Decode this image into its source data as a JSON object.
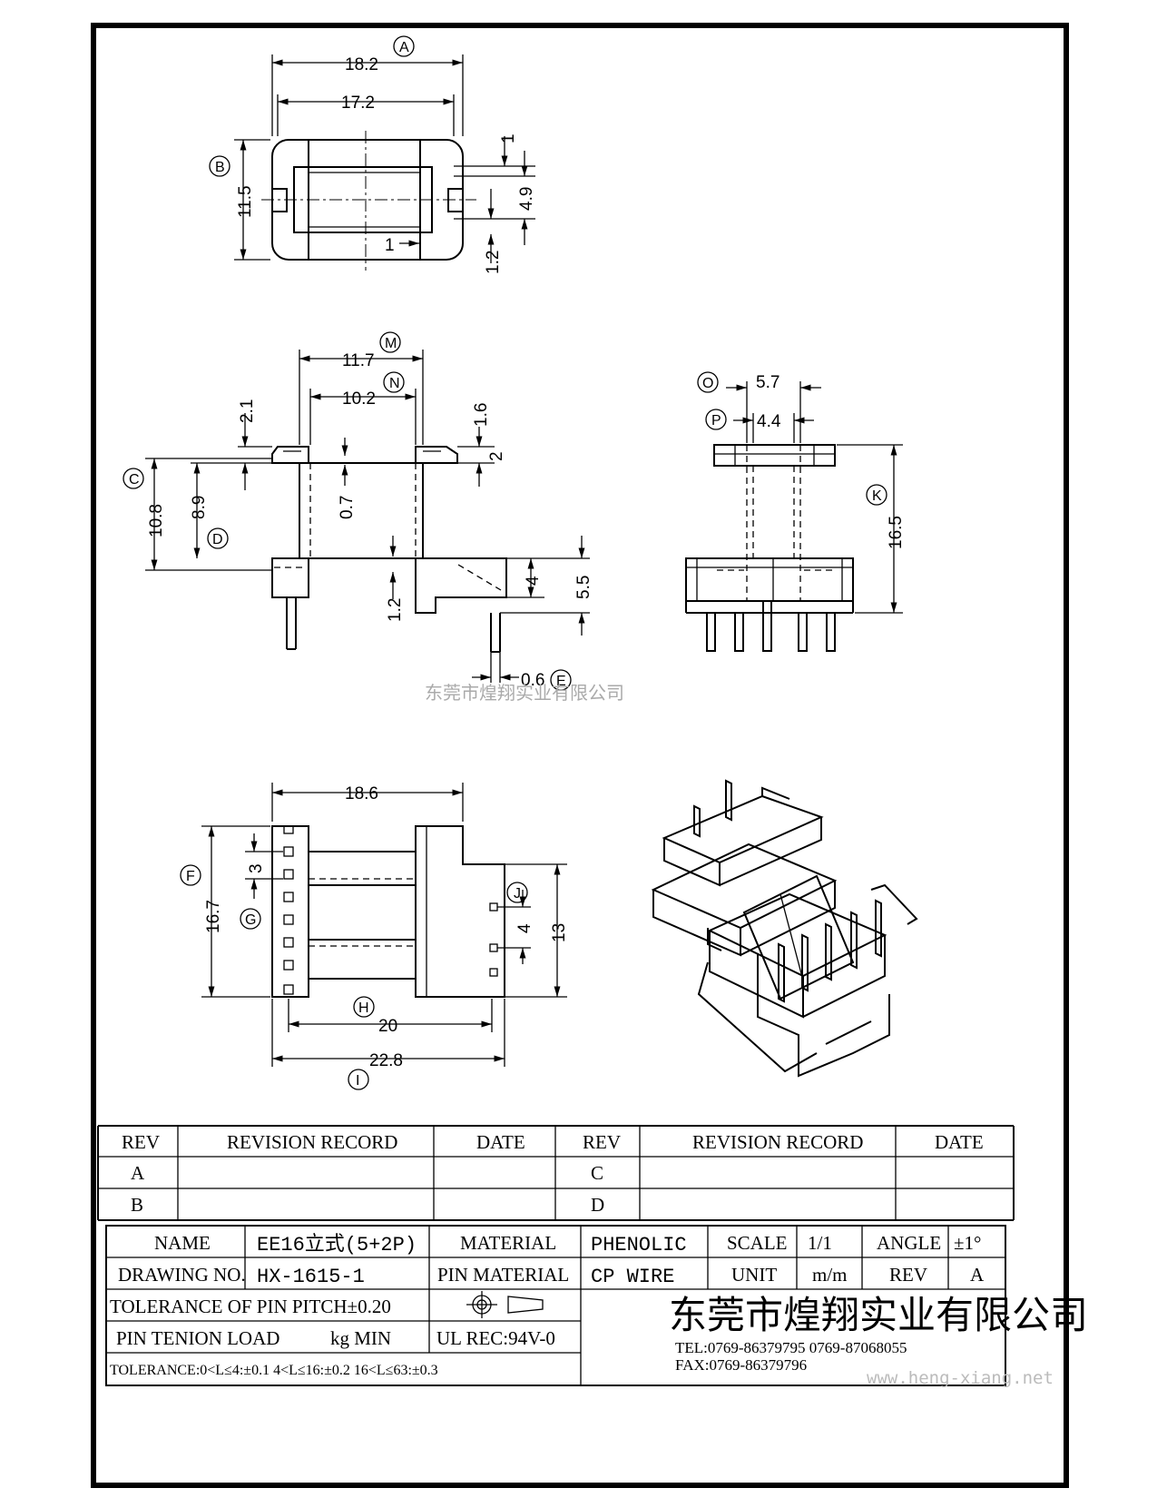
{
  "dimensions": {
    "top": {
      "a": "18.2",
      "b": "17.2",
      "c": "11.5",
      "d": "1",
      "e": "4.9",
      "f": "1.2",
      "g": "1"
    },
    "front": {
      "a": "11.7",
      "b": "10.2",
      "c": "2.1",
      "d": "1.6",
      "e": "2",
      "f": "10.8",
      "g": "8.9",
      "h": "0.7",
      "i": "1.2",
      "j": "4",
      "k": "5.5",
      "l": "0.6"
    },
    "side": {
      "a": "5.7",
      "b": "4.4",
      "c": "16.5"
    },
    "bottom": {
      "a": "18.6",
      "b": "16.7",
      "c": "3",
      "d": "4",
      "e": "13",
      "f": "20",
      "g": "22.8"
    }
  },
  "callouts": [
    "A",
    "B",
    "C",
    "D",
    "E",
    "F",
    "G",
    "H",
    "I",
    "J",
    "K",
    "M",
    "N",
    "O",
    "P"
  ],
  "watermark_center": "东莞市煌翔实业有限公司",
  "watermark_corner": "www.heng-xiang.net",
  "revision_table": {
    "headers": [
      "REV",
      "REVISION RECORD",
      "DATE",
      "REV",
      "REVISION RECORD",
      "DATE"
    ],
    "rows": [
      [
        "A",
        "",
        "",
        "C",
        "",
        ""
      ],
      [
        "B",
        "",
        "",
        "D",
        "",
        ""
      ]
    ]
  },
  "title_block": {
    "name_label": "NAME",
    "name_value": "EE16立式(5+2P)",
    "material_label": "MATERIAL",
    "material_value": "PHENOLIC",
    "scale_label": "SCALE",
    "scale_value": "1/1",
    "angle_label": "ANGLE",
    "angle_value": "±1°",
    "drawing_no_label": "DRAWING NO.",
    "drawing_no_value": "HX-1615-1",
    "pin_material_label": "PIN MATERIAL",
    "pin_material_value": "CP WIRE",
    "unit_label": "UNIT",
    "unit_value": "m/m",
    "rev_label": "REV",
    "rev_value": "A",
    "tolerance_pitch": "TOLERANCE OF PIN PITCH±0.20",
    "pin_tension": "PIN TENION LOAD",
    "pin_tension_unit": "kg MIN",
    "ul": "UL REC:94V-0",
    "tolerance_general": "TOLERANCE:0<L≤4:±0.1  4<L≤16:±0.2  16<L≤63:±0.3",
    "company": "东莞市煌翔实业有限公司",
    "tel": "TEL:0769-86379795   0769-87068055",
    "fax": "FAX:0769-86379796"
  }
}
